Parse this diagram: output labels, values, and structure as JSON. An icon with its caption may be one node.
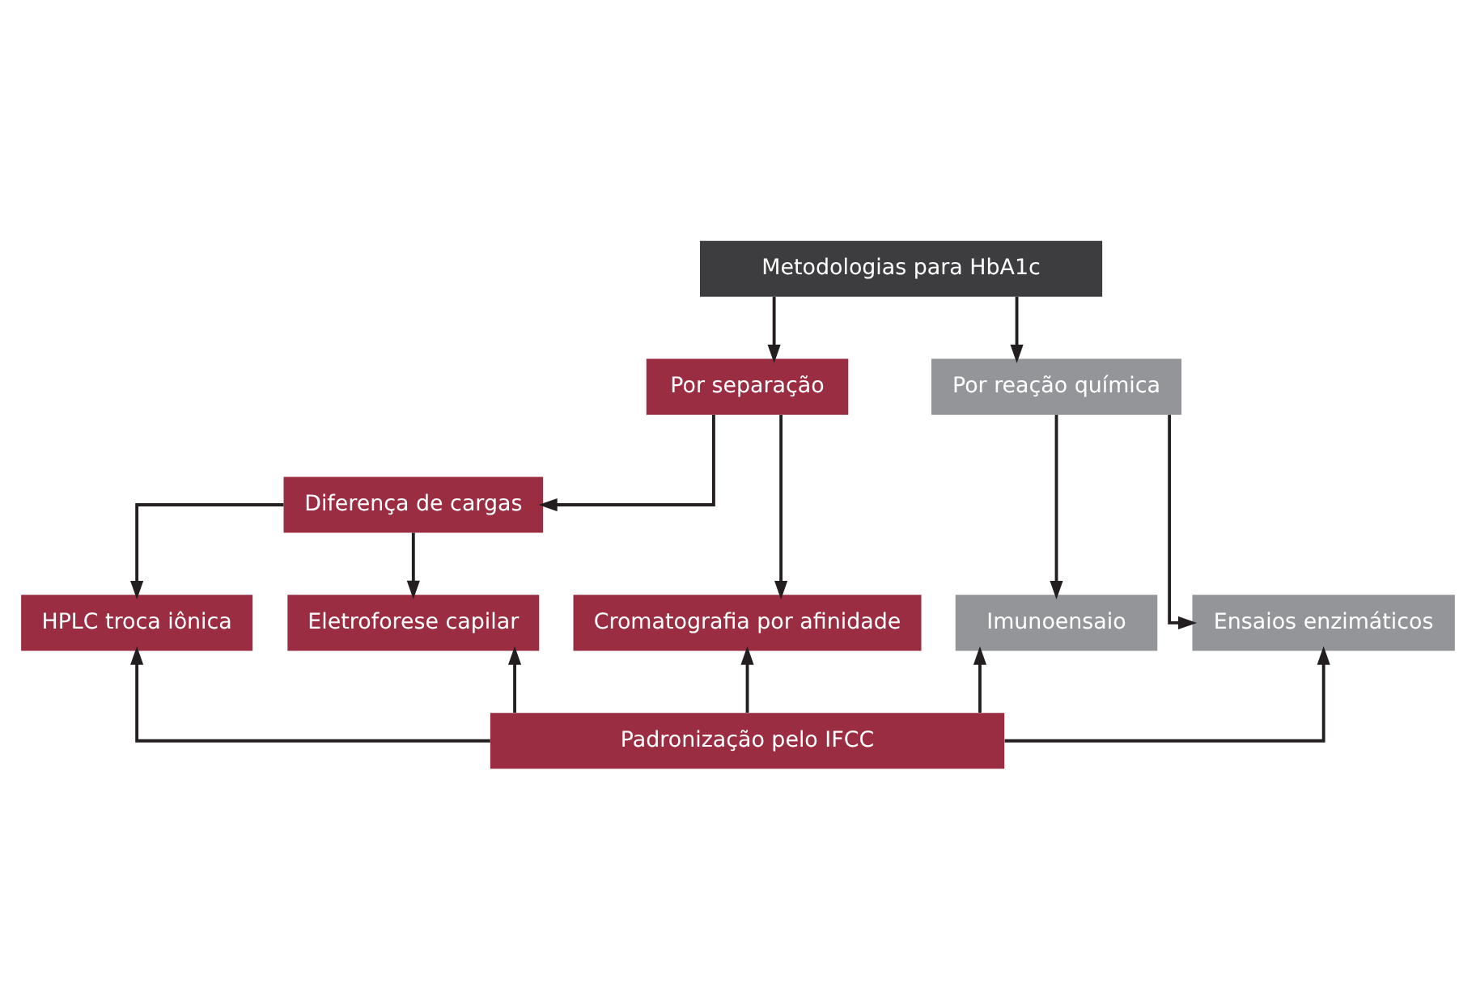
{
  "diagram": {
    "nodes": [
      {
        "text": [
          "Metodologias para HbA1c"
        ]
      },
      {
        "text": [
          "Por separação"
        ]
      },
      {
        "text": [
          "Por reação química"
        ]
      },
      {
        "text": [
          "Diferença de cargas"
        ]
      },
      {
        "text": [
          "HPLC troca iônica"
        ]
      },
      {
        "text": [
          "Eletroforese capilar"
        ]
      },
      {
        "text": [
          "Cromatografia por afinidade"
        ]
      },
      {
        "text": [
          "Imunoensaio"
        ]
      },
      {
        "text": [
          "Ensaios enzimáticos"
        ]
      },
      {
        "text": [
          "Padronização pelo IFCC"
        ]
      }
    ],
    "edges": [
      {
        "from": 0,
        "to": 1,
        "arrow": "to"
      },
      {
        "from": 0,
        "to": 2,
        "arrow": "to"
      },
      {
        "from": 1,
        "to": 3,
        "arrow": "to"
      },
      {
        "from": 1,
        "to": 6,
        "arrow": "to"
      },
      {
        "from": 3,
        "to": 4,
        "arrow": "to"
      },
      {
        "from": 3,
        "to": 5,
        "arrow": "to"
      },
      {
        "from": 2,
        "to": 7,
        "arrow": "to"
      },
      {
        "from": 2,
        "to": 8,
        "arrow": "to"
      },
      {
        "from": 9,
        "to": 4,
        "arrow": "to"
      },
      {
        "from": 9,
        "to": 5,
        "arrow": "to"
      },
      {
        "from": 9,
        "to": 6,
        "arrow": "to"
      },
      {
        "from": 9,
        "to": 7,
        "arrow": "to"
      },
      {
        "from": 9,
        "to": 8,
        "arrow": "to"
      }
    ]
  }
}
